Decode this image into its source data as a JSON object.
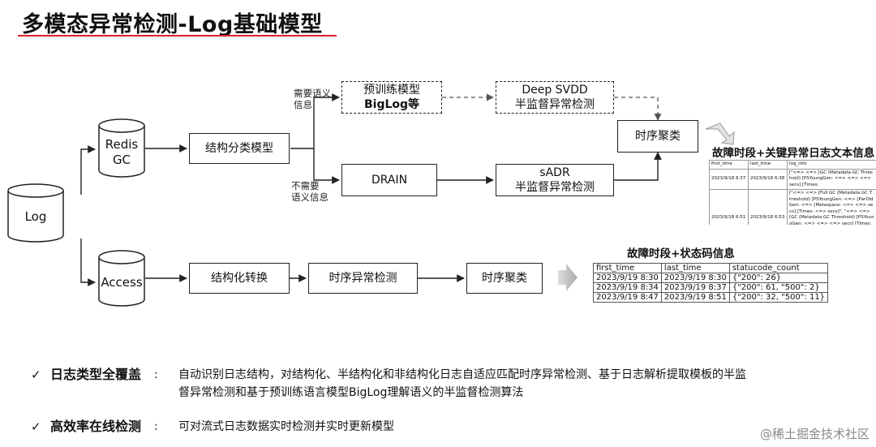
{
  "title": "多模态异常检测-Log基础模型",
  "nodes": {
    "log": "Log",
    "redis": [
      "Redis",
      "GC"
    ],
    "access": "Access",
    "struct_classify": "结构分类模型",
    "pretrain": [
      "预训练模型",
      "BigLog等"
    ],
    "deep_svdd": [
      "Deep SVDD",
      "半监督异常检测"
    ],
    "drain": "DRAIN",
    "sadr": [
      "sADR",
      "半监督异常检测"
    ],
    "cluster_top": "时序聚类",
    "struct_convert": "结构化转换",
    "ts_anomaly": "时序异常检测",
    "cluster_bottom": "时序聚类"
  },
  "edge_labels": {
    "need_semantic": [
      "需要语义",
      "信息"
    ],
    "no_semantic": [
      "不需要",
      "语义信息"
    ]
  },
  "table_top": {
    "title": "故障时段+关键异常日志文本信息",
    "headers": [
      "first_time",
      "last_time",
      "log_info"
    ],
    "rows": [
      [
        "2023/9/18 8:37",
        "2023/9/18 6:38",
        "[\"<=> <=> [GC (Metadata GC Threshold) [PSYoungGen: <=> <=> <=> secs] [Times:"
      ],
      [
        "2023/9/18 6:51",
        "2023/9/18 6:53",
        "[\"<=> <=> [Full GC (Metadata GC Threshold) [PSYoungGen: <=> [ParOldGen: <=> [Metaspace: <=> <=> secs] [Times: <=> secs]\", \"<=> <=> [GC (Metadata GC Threshold) [PSYoungGen: <=> <=> <=> secs] [Times: <=> secs]\", \"<=> <=> [GC (System.gc()) [PSYoungGen: <=> <=> <=> secs] [Times:"
      ]
    ]
  },
  "table_bottom": {
    "title": "故障时段+状态码信息",
    "headers": [
      "first_time",
      "last_time",
      "statucode_count"
    ],
    "rows": [
      [
        "2023/9/19 8:30",
        "2023/9/19 8:30",
        "{\"200\": 26}"
      ],
      [
        "2023/9/19 8:34",
        "2023/9/19 8:37",
        "{\"200\": 61, \"500\": 2}"
      ],
      [
        "2023/9/19 8:47",
        "2023/9/19 8:51",
        "{\"200\": 32, \"500\": 11}"
      ]
    ]
  },
  "bullets": [
    {
      "check": "✓",
      "label": "日志类型全覆盖",
      "colon": ":",
      "lines": [
        "自动识别日志结构，对结构化、半结构化和非结构化日志自适应匹配时序异常检测、基于日志解析提取模板的半监",
        "督异常检测和基于预训练语言模型BigLog理解语义的半监督检测算法"
      ]
    },
    {
      "check": "✓",
      "label": "高效率在线检测",
      "colon": ":",
      "lines": [
        "可对流式日志数据实时检测并实时更新模型"
      ]
    }
  ],
  "watermark": "@稀土掘金技术社区"
}
